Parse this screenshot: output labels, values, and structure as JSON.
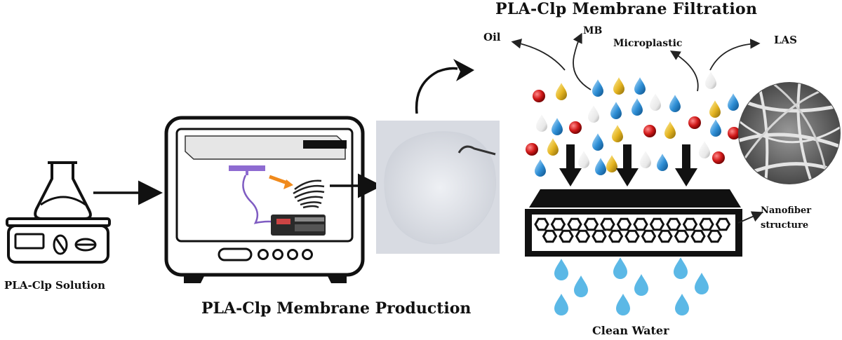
{
  "labels": {
    "filtration_title": "PLA-Clp Membrane Filtration",
    "oil": "Oil",
    "mb": "MB",
    "microplastic": "Microplastic",
    "las": "LAS",
    "nanofiber_line1": "Nanofiber",
    "nanofiber_line2": "structure",
    "solution": "PLA-Clp Solution",
    "production": "PLA-Clp  Membrane Production",
    "clean_water": "Clean Water"
  },
  "colors": {
    "red_particle": "#d01818",
    "yellow_drop": "#e4b421",
    "blue_drop": "#2f8fd6",
    "white_drop": "#e8e8e8",
    "clean_water": "#5bb8e6",
    "membrane_photo": "#d8dbe2",
    "syringe_line": "#7f5cc2",
    "highlight_arrow": "#f08a1c"
  }
}
